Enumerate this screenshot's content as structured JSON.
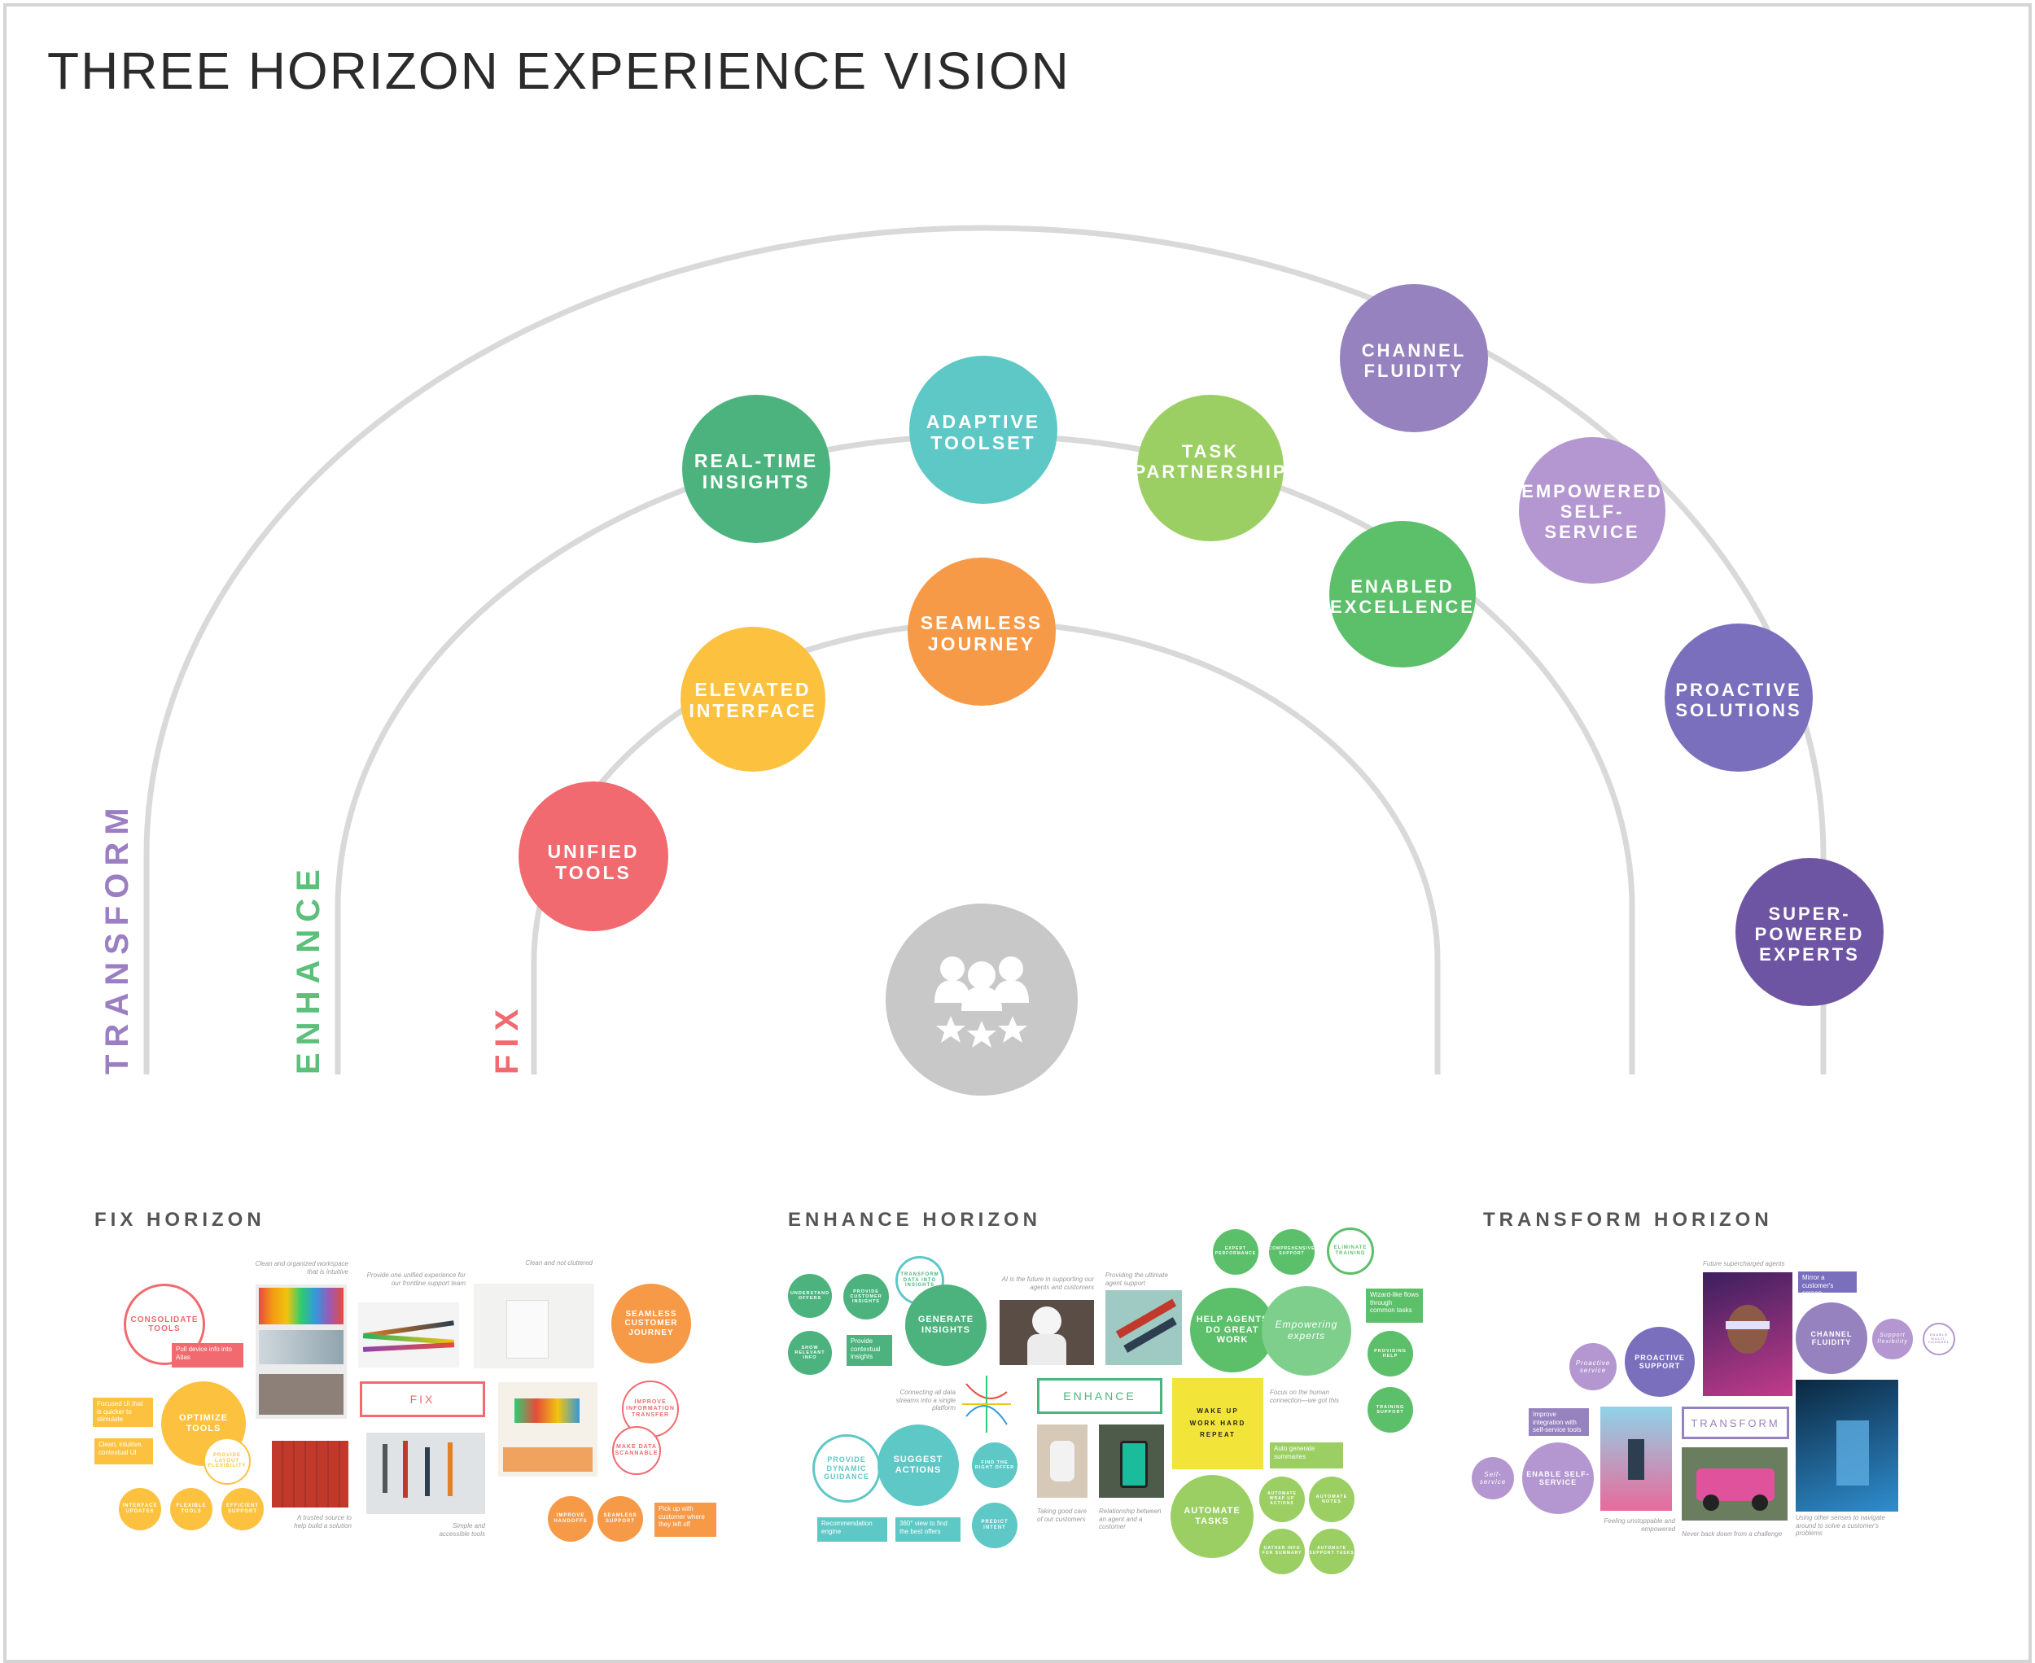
{
  "title": "THREE HORIZON EXPERIENCE VISION",
  "colors": {
    "fix": "#f06a6f",
    "enhance": "#5cbf7a",
    "transform": "#9b7fc2",
    "yellow": "#fcc23f",
    "orange": "#f79a48",
    "teal": "#5ec8c6",
    "green": "#4db37e",
    "lime": "#9bcf63",
    "purple": "#9582bf",
    "lavender": "#b497d0",
    "indigo": "#7a6fbd",
    "deep_purple": "#6e55a4",
    "gray": "#c8c8c8",
    "arc": "#d9d9d9"
  },
  "horizons": {
    "transform": "TRANSFORM",
    "enhance": "ENHANCE",
    "fix": "FIX"
  },
  "center_icon": "people-with-stars-icon",
  "bubbles": [
    {
      "lines": [
        "UNIFIED",
        "TOOLS"
      ]
    },
    {
      "lines": [
        "ELEVATED",
        "INTERFACE"
      ]
    },
    {
      "lines": [
        "SEAMLESS",
        "JOURNEY"
      ]
    },
    {
      "lines": [
        "REAL-TIME",
        "INSIGHTS"
      ]
    },
    {
      "lines": [
        "ADAPTIVE",
        "TOOLSET"
      ]
    },
    {
      "lines": [
        "TASK",
        "PARTNERSHIP"
      ]
    },
    {
      "lines": [
        "ENABLED",
        "EXCELLENCE"
      ]
    },
    {
      "lines": [
        "CHANNEL",
        "FLUIDITY"
      ]
    },
    {
      "lines": [
        "EMPOWERED",
        "SELF-",
        "SERVICE"
      ]
    },
    {
      "lines": [
        "PROACTIVE",
        "SOLUTIONS"
      ]
    },
    {
      "lines": [
        "SUPER-",
        "POWERED",
        "EXPERTS"
      ]
    }
  ],
  "fix": {
    "title": "FIX HORIZON",
    "consolidate": "CONSOLIDATE TOOLS",
    "pull_note": "Pull device info into Atlas",
    "focused_note": "Focused UI that is quicker to stimulate",
    "clean_note": "Clean, intuitive, contextual UI",
    "optimize": "OPTIMIZE TOOLS",
    "layout": "PROVIDE LAYOUT FLEXIBILITY",
    "interface_updates": "INTERFACE UPDATES",
    "flexible": "FLEXIBLE TOOLS",
    "efficient": "EFFICIENT SUPPORT",
    "cap_workspace": "Clean and organized workspace that is intuitive",
    "cap_trusted": "A trusted source to help build a solution",
    "cap_unified": "Provide one unified experience for our frontline support team",
    "cap_simple": "Simple and accessible tools",
    "cap_clutter": "Clean and not cluttered",
    "label": "FIX",
    "seamless": "SEAMLESS CUSTOMER JOURNEY",
    "improve": "IMPROVE INFORMATION TRANSFER",
    "scannable": "MAKE DATA SCANNABLE",
    "handoffs": "IMPROVE HANDOFFS",
    "seamless_support": "SEAMLESS SUPPORT",
    "pickup_note": "Pick up with customer where they left off"
  },
  "enhance": {
    "title": "ENHANCE HORIZON",
    "understand": "UNDERSTAND OFFERS",
    "provide_insights": "PROVIDE CUSTOMER INSIGHTS",
    "transform_data": "TRANSFORM DATA INTO INSIGHTS",
    "generate": "GENERATE INSIGHTS",
    "show": "SHOW RELEVANT INFO",
    "contextual_note": "Provide contextual insights",
    "cap_ai": "AI is the future in supporting our agents and customers",
    "cap_ultimate": "Providing the ultimate agent support",
    "cap_connecting": "Connecting all data streams into a single platform",
    "label": "ENHANCE",
    "dynamic": "PROVIDE DYNAMIC GUIDANCE",
    "suggest": "SUGGEST ACTIONS",
    "find_offer": "FIND THE RIGHT OFFER",
    "predict": "PREDICT INTENT",
    "rec_note": "Recommendation engine",
    "view_note": "360° view to find the best offers",
    "cap_taking": "Taking good care of our customers",
    "cap_relationship": "Relationship between an agent and a customer",
    "expert_perf": "EXPERT PERFORMANCE",
    "comprehensive": "COMPREHENSIVE SUPPORT",
    "eliminate": "ELIMINATE TRAINING",
    "help": "HELP AGENTS DO GREAT WORK",
    "empowering": "Empowering experts",
    "wizard_note": "Wizard-like flows through common tasks",
    "providing_help": "PROVIDING HELP",
    "training": "TRAINING SUPPORT",
    "poster": "WAKE UP WORK HARD REPEAT",
    "cap_focus": "Focus on the human connection—we got this",
    "auto_note": "Auto generate summaries",
    "automate": "AUTOMATE TASKS",
    "auto_wrap": "AUTOMATE WRAP UP ACTIONS",
    "auto_notes": "AUTOMATE NOTES",
    "gather": "GATHER INFO FOR SUMMARY",
    "auto_support": "AUTOMATE SUPPORT TASKS"
  },
  "transform": {
    "title": "TRANSFORM HORIZON",
    "cap_future": "Future supercharged agents",
    "mirror_note": "Mirror a customer's screen",
    "proactive_service": "Proactive service",
    "proactive_support": "PROACTIVE SUPPORT",
    "channel": "CHANNEL FLUIDITY",
    "support_flex": "Support flexibility",
    "enable_multi": "ENABLE MULTI-CHANNEL",
    "improve_note": "Improve integration with self-service tools",
    "label": "TRANSFORM",
    "self_service": "Self-service",
    "enable_self": "ENABLE SELF-SERVICE",
    "cap_feeling": "Feeling unstoppable and empowered",
    "cap_never": "Never back down from a challenge",
    "cap_using": "Using other senses to navigate around to solve a customer's problems"
  }
}
